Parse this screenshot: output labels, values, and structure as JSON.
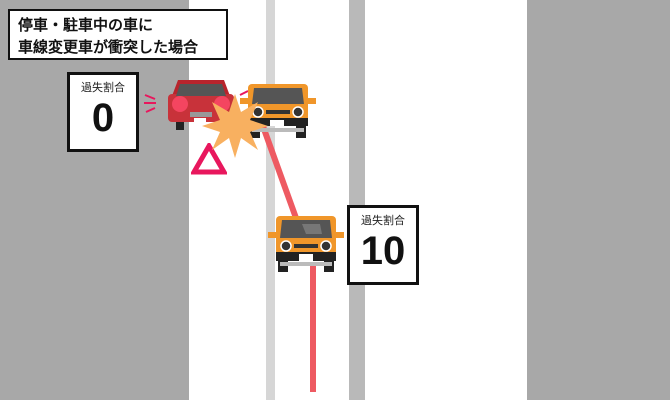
{
  "title": {
    "line1": "停車・駐車中の車に",
    "line2": "車線変更車が衝突した場合"
  },
  "parked_car": {
    "color": "#c8323a",
    "fault_label": "過失割合",
    "fault_value": "0"
  },
  "lane_changing_car": {
    "color": "#f0962a",
    "fault_label": "過失割合",
    "fault_value": "10"
  },
  "colors": {
    "shoulder": "#a8a8a8",
    "road": "#ffffff",
    "trajectory": "#ee5a62",
    "collision": "#f8b060",
    "warning_triangle": "#e8175d"
  },
  "icons": [
    "warning-triangle-icon",
    "collision-burst-icon",
    "hazard-light-icon"
  ]
}
